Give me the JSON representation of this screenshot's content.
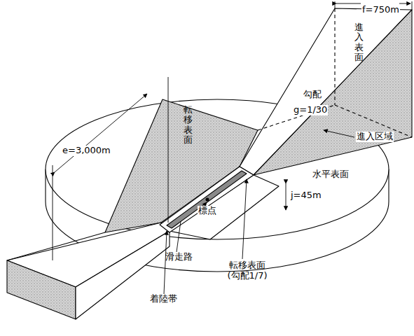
{
  "diagram": {
    "labels": [
      "e=3,000m",
      "f=750m",
      "進入表面",
      "勾配",
      "g=1/30",
      "進入区域",
      "転移表面",
      "水平表面",
      "j=45m",
      "標点",
      "滑走路",
      "着陸帯",
      "転移表面 (勾配1/7)"
    ]
  }
}
